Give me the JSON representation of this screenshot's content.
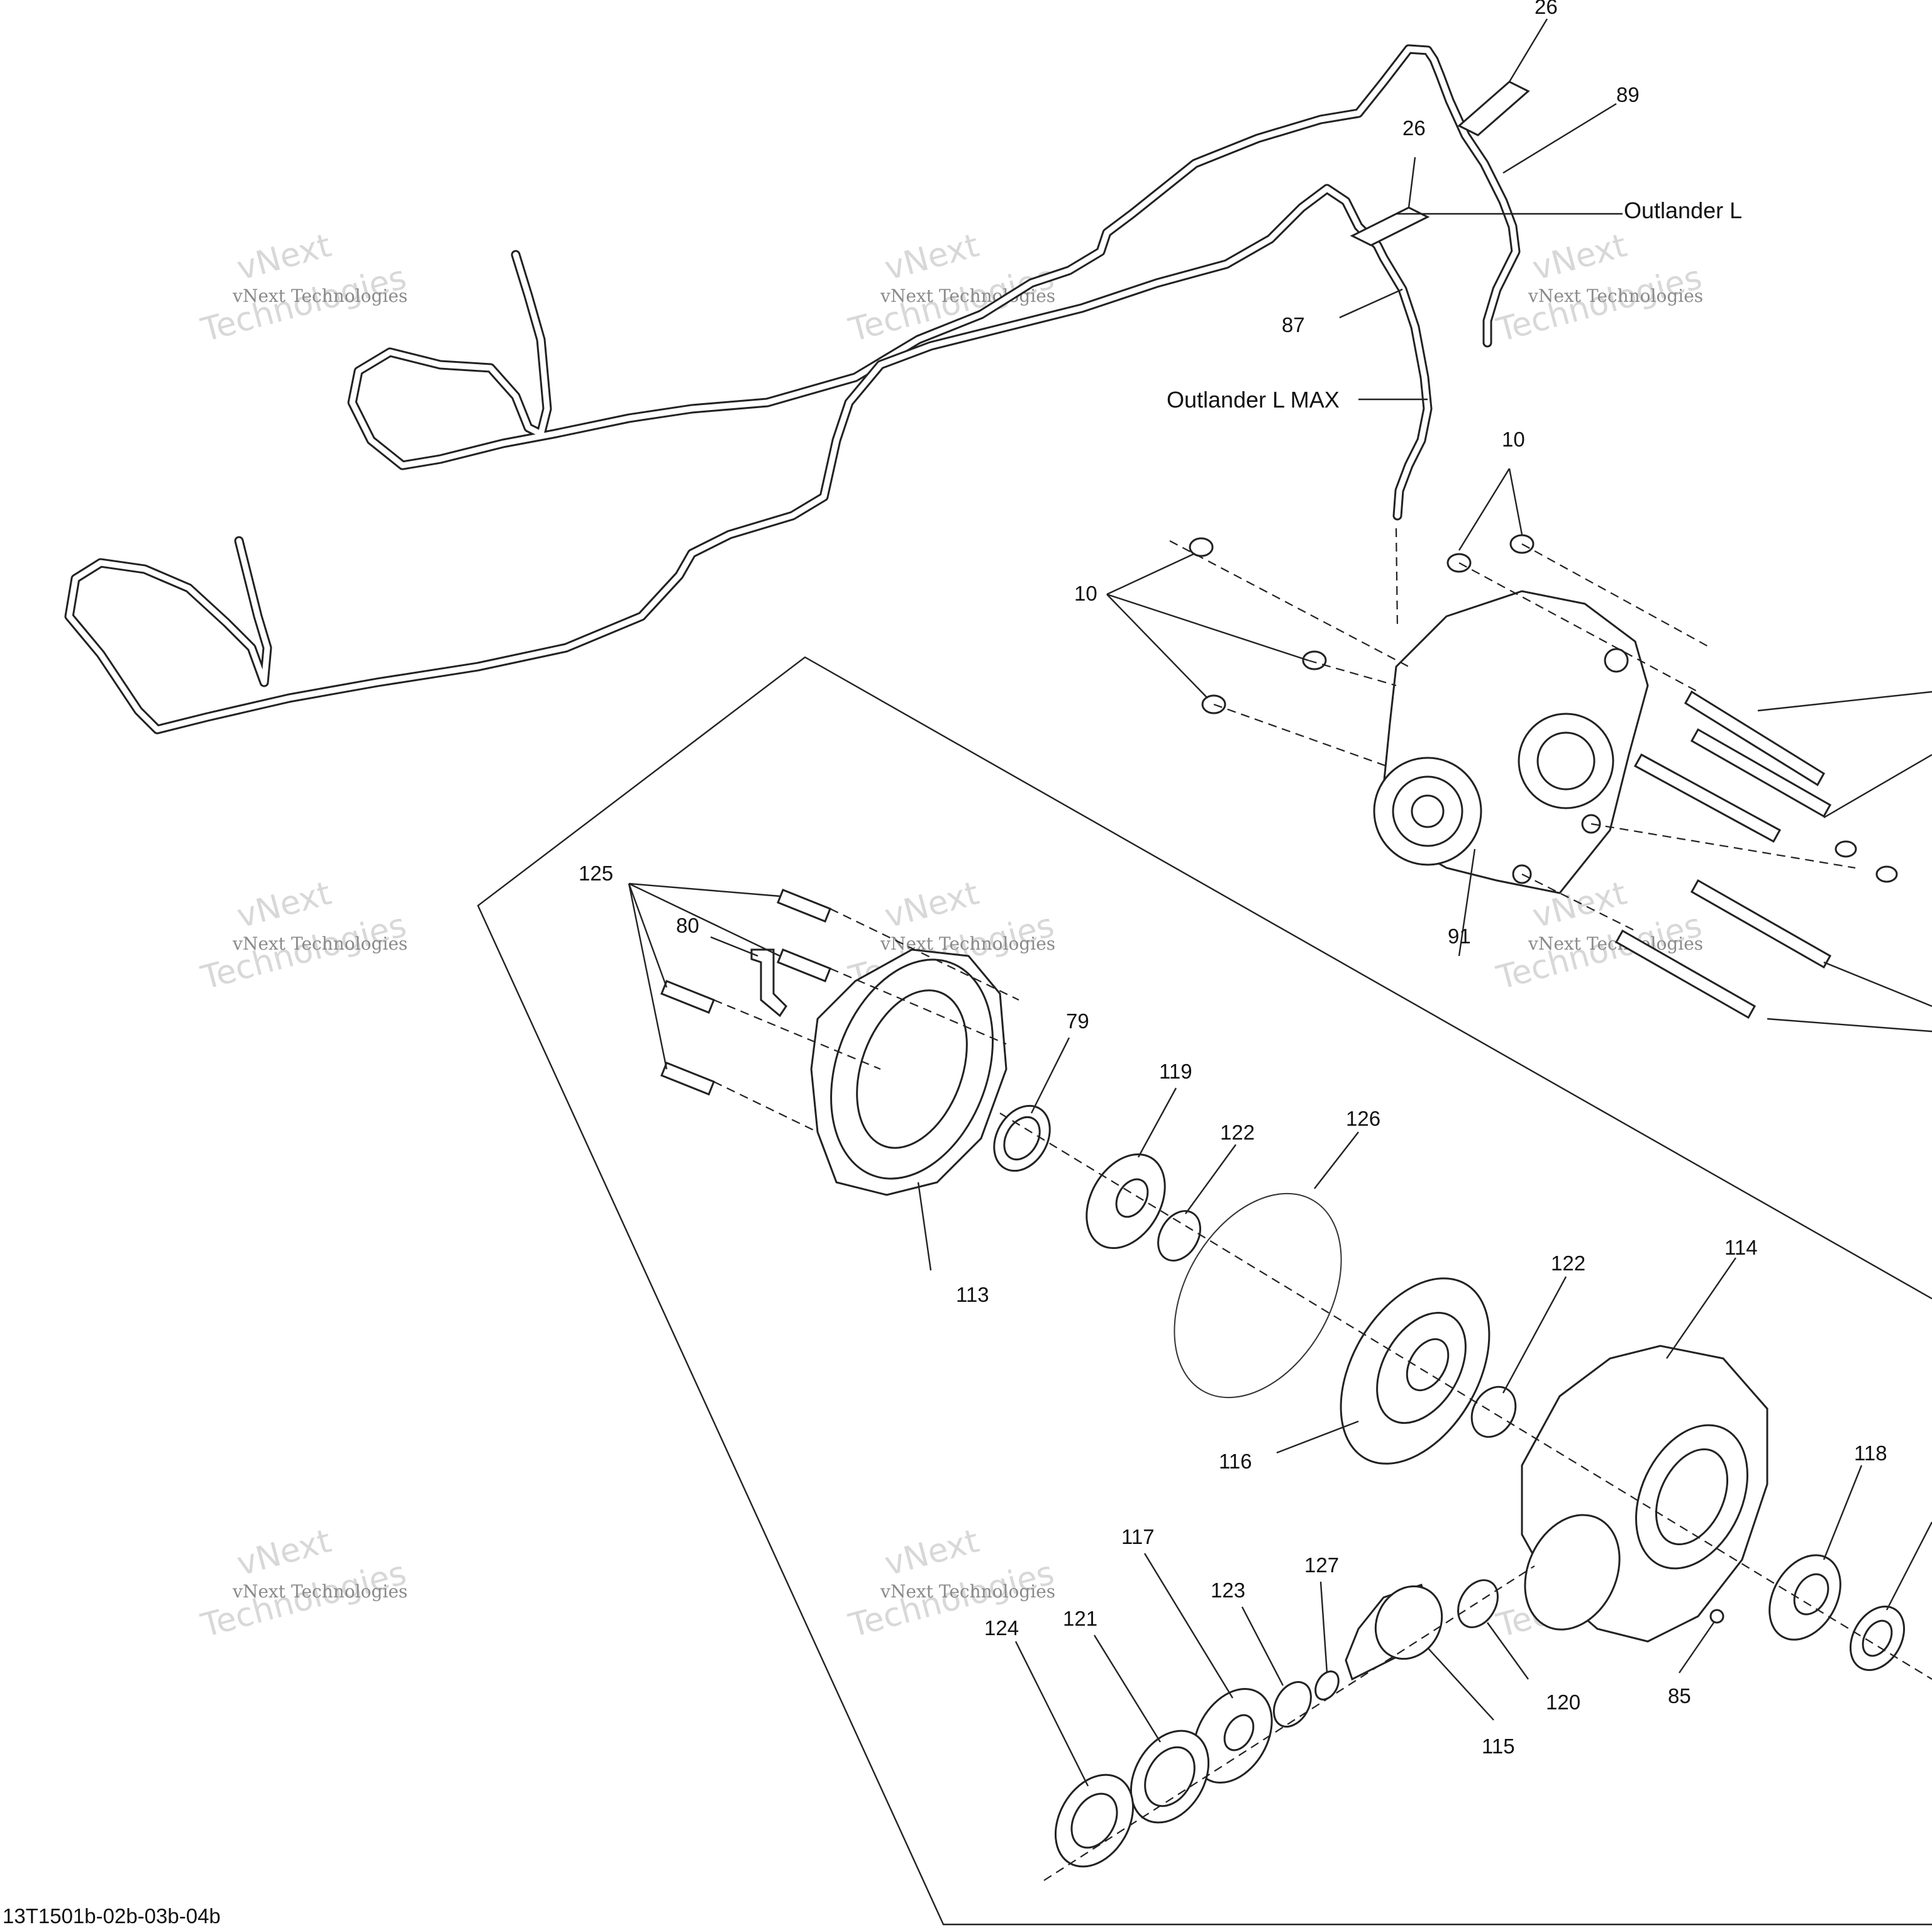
{
  "diagram": {
    "drawing_code": "13T1501b-02b-03b-04b",
    "callouts": [
      "26",
      "26",
      "89",
      "87",
      "10",
      "10",
      "91",
      "125",
      "80",
      "79",
      "119",
      "122",
      "126",
      "113",
      "122",
      "114",
      "116",
      "118",
      "117",
      "123",
      "127",
      "124",
      "121",
      "120",
      "85",
      "115"
    ],
    "notes": [
      "Outlander L",
      "Outlander L MAX"
    ],
    "watermark": {
      "line1": "vNext Technologies",
      "line2": "vNext",
      "line3": "Technologies"
    }
  }
}
